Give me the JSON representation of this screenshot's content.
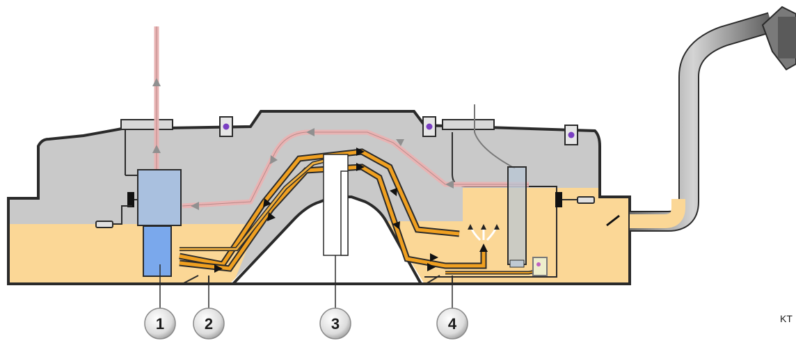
{
  "diagram": {
    "callouts": [
      {
        "id": "1",
        "label": "1"
      },
      {
        "id": "2",
        "label": "2"
      },
      {
        "id": "3",
        "label": "3"
      },
      {
        "id": "4",
        "label": "4"
      }
    ],
    "code": "KT"
  },
  "colors": {
    "tank_air": "#c8c8c8",
    "tank_outline": "#2a2a2a",
    "fuel": "#fbd796",
    "fuel_line": "#f0a020",
    "vent_line": "#e8b4b4",
    "pump_body": "#a9c0df",
    "pump_lower": "#7aa8ec",
    "sensor_dot": "#7a3fc2",
    "callout_bg": "#e4e4e4"
  },
  "icons": [
    "fuel-pump-icon",
    "fuel-level-sender-icon",
    "filler-neck-icon",
    "check-valve-icon"
  ]
}
